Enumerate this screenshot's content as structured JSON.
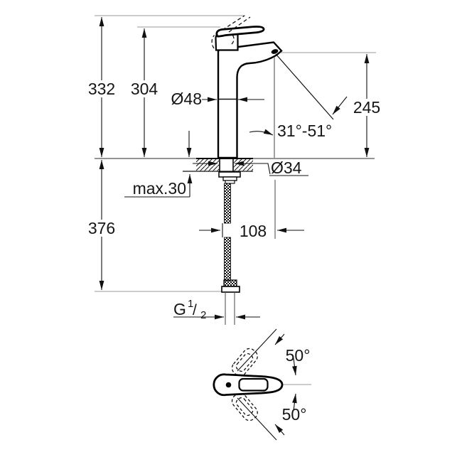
{
  "drawing": {
    "front_view": {
      "dim_overall_height": "332",
      "dim_body_height": "304",
      "dim_spout_to_deck": "245",
      "dim_below_deck": "376",
      "dim_projection": "108",
      "dia_body": "Ø48",
      "dia_mounting_hole": "Ø34",
      "deck_thickness_max": "max.30",
      "spray_angle_range": "31°-51°",
      "thread": {
        "g": "G",
        "num": "1",
        "sep": "/",
        "den": "2"
      }
    },
    "top_view": {
      "swivel_upper": "50°",
      "swivel_lower": "50°"
    }
  }
}
